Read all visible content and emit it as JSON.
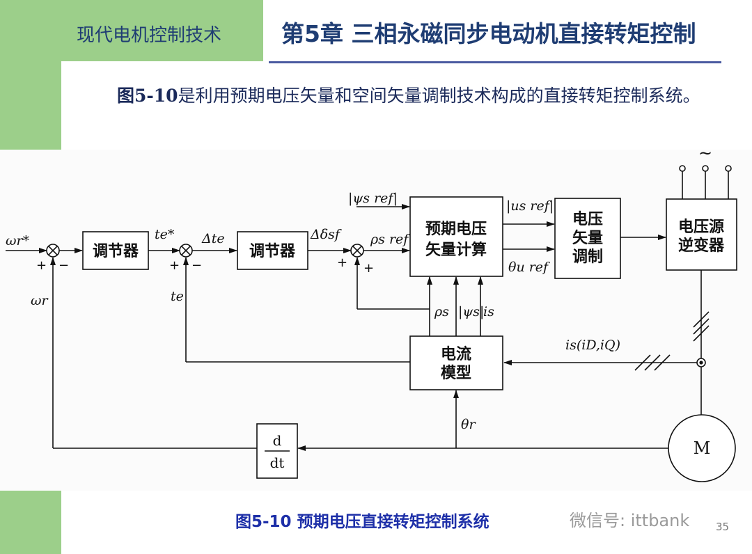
{
  "header": {
    "course_title": "现代电机控制技术",
    "chapter_title": "第5章 三相永磁同步电动机直接转矩控制"
  },
  "intro": {
    "figure_ref": "图5-10",
    "text": "是利用预期电压矢量和空间矢量调制技术构成的直接转矩控制系统。"
  },
  "diagram": {
    "blocks": {
      "speed_regulator": "调节器",
      "torque_regulator": "调节器",
      "voltage_calc_line1": "预期电压",
      "voltage_calc_line2": "矢量计算",
      "svm_line1": "电压",
      "svm_line2": "矢量",
      "svm_line3": "调制",
      "inverter_line1": "电压源",
      "inverter_line2": "逆变器",
      "current_model_line1": "电流",
      "current_model_line2": "模型",
      "deriv_num": "d",
      "deriv_den": "dt",
      "motor": "M"
    },
    "signals": {
      "omega_ref": "ωr*",
      "omega_r": "ωr",
      "te_ref": "te*",
      "delta_te": "Δte",
      "te": "te",
      "delta_delta_sf": "Δδsf",
      "psi_s_ref": "|ψs ref|",
      "rho_s_ref": "ρs ref",
      "u_s_ref": "|us ref|",
      "theta_u_ref": "θu ref",
      "rho_s": "ρs",
      "psi_s": "|ψs|",
      "i_s": "is",
      "i_s_dq": "is(iD,iQ)",
      "theta_r": "θr",
      "ac_supply": "~"
    },
    "sign_labels": {
      "sum1_plus": "+",
      "sum1_minus": "−",
      "sum2_plus": "+",
      "sum2_minus": "−",
      "sum3_plus_left": "+",
      "sum3_plus_bottom": "+"
    }
  },
  "caption": "图5-10  预期电压直接转矩控制系统",
  "watermark": "微信号: ittbank",
  "page_number": "35"
}
